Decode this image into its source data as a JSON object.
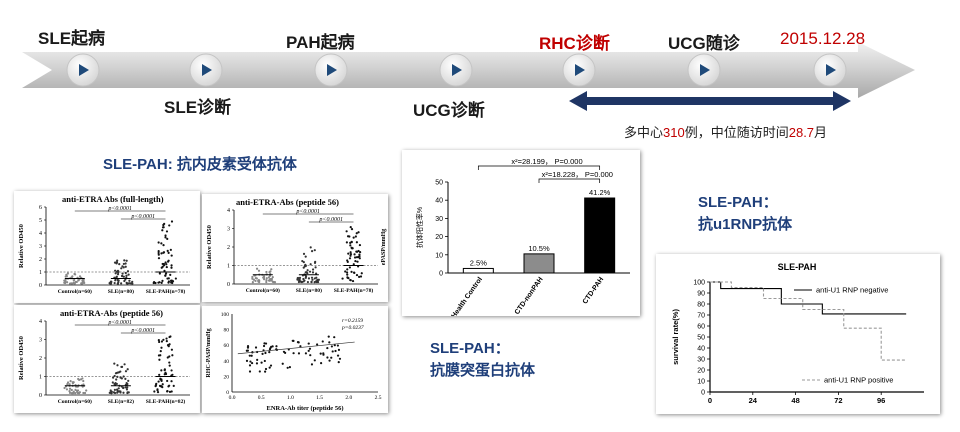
{
  "timeline": {
    "top_labels": [
      "SLE起病",
      "PAH起病",
      "RHC诊断",
      "UCG随诊",
      "2015.12.28"
    ],
    "bottom_labels": [
      "SLE诊断",
      "UCG诊断"
    ],
    "cohort": {
      "pre": "多中心",
      "count": "310",
      "mid": "例，中位随访时间",
      "months": "28.7",
      "post": "月"
    }
  },
  "colors": {
    "accent_red": "#c00000",
    "heading_blue": "#1f3f7a",
    "arrow_navy": "#1f3564"
  },
  "left_section": {
    "title": "SLE-PAH: 抗内皮素受体抗体"
  },
  "mid_section": {
    "title_line1": "SLE-PAH：",
    "title_line2": "抗膜突蛋白抗体"
  },
  "right_section": {
    "title_line1": "SLE-PAH：",
    "title_line2": "抗u1RNP抗体"
  },
  "plot1": {
    "title": "anti-ETRA Abs (full-length)",
    "ylabel": "Relative OD450",
    "yticks": [
      "0",
      "1",
      "2",
      "3",
      "4",
      "5",
      "6"
    ],
    "groups": [
      "Control(n=60)",
      "SLE(n=80)",
      "SLE-PAH(n=78)"
    ],
    "pvalues": [
      "p<0.0001",
      "p<0.0001"
    ]
  },
  "plot2": {
    "title": "anti-ETRA-Abs (peptide 56)",
    "ylabel": "Relative OD450",
    "right_label": "ePASP/mmHg",
    "yticks": [
      "0",
      "1",
      "2",
      "3",
      "4"
    ],
    "groups": [
      "Control(n=60)",
      "SLE(n=80)",
      "SLE-PAH(n=78)"
    ],
    "pvalues": [
      "p<0.0001",
      "p<0.0001"
    ]
  },
  "plot3": {
    "title": "anti-ETRA-Abs (peptide 56)",
    "ylabel": "Relative OD450",
    "yticks": [
      "0",
      "1",
      "2",
      "3",
      "4"
    ],
    "groups": [
      "Control(n=60)",
      "SLE(n=82)",
      "SLE-PAH(n=82)"
    ],
    "pvalues": [
      "p<0.0001",
      "p<0.0001"
    ]
  },
  "plot4": {
    "ylabel": "RHC-PASP/mmHg",
    "xlabel": "ENRA-Ab titer (peptide 56)",
    "stats": [
      "r=0.2159",
      "p=0.0237"
    ],
    "yticks": [
      "0",
      "20",
      "40",
      "60",
      "80",
      "100"
    ],
    "xticks": [
      "0.0",
      "0.5",
      "1.0",
      "1.5",
      "2.0",
      "2.5"
    ]
  },
  "chart_data": [
    {
      "type": "bar",
      "ylabel": "抗体阳性率%",
      "categories": [
        "Health Control",
        "CTD-nonPAH",
        "CTD-PAH"
      ],
      "values": [
        2.5,
        10.5,
        41.2
      ],
      "data_labels": [
        "2.5%",
        "10.5%",
        "41.2%"
      ],
      "yticks": [
        "0",
        "10",
        "20",
        "30",
        "40",
        "50"
      ],
      "ylim": [
        0,
        50
      ],
      "annotations": [
        "x²=28.199， P=0.000",
        "x²=18.228， P=0.000"
      ],
      "colors": [
        "#ffffff",
        "#8c8c8c",
        "#000000"
      ]
    },
    {
      "type": "line",
      "title": "SLE-PAH",
      "ylabel": "survival rate(%)",
      "xticks": [
        "0",
        "24",
        "48",
        "72",
        "96"
      ],
      "yticks": [
        "0",
        "10",
        "20",
        "30",
        "40",
        "50",
        "60",
        "70",
        "80",
        "90",
        "100"
      ],
      "xlim": [
        0,
        120
      ],
      "ylim": [
        0,
        100
      ],
      "series": [
        {
          "name": "anti-U1 RNP negative",
          "style": "solid",
          "color": "#000000",
          "x": [
            0,
            6,
            6,
            40,
            40,
            63,
            63,
            110
          ],
          "y": [
            100,
            100,
            94,
            94,
            80,
            80,
            71,
            71
          ]
        },
        {
          "name": "anti-U1 RNP positive",
          "style": "dashed",
          "color": "#9a9a9a",
          "x": [
            0,
            12,
            12,
            30,
            30,
            52,
            52,
            75,
            75,
            96,
            96,
            110
          ],
          "y": [
            100,
            100,
            95,
            95,
            85,
            85,
            75,
            75,
            58,
            58,
            29,
            29
          ]
        }
      ]
    }
  ]
}
